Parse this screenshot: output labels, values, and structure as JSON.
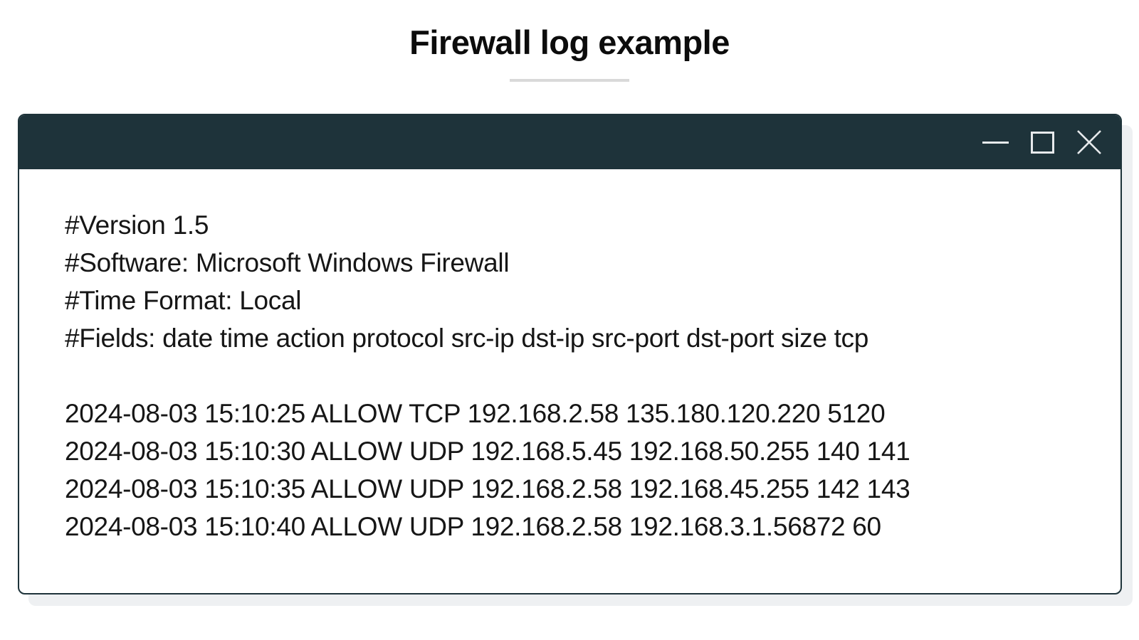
{
  "title": "Firewall log example",
  "window": {
    "titlebar_icons": [
      "minimize-icon",
      "maximize-icon",
      "close-icon"
    ],
    "log": {
      "header_lines": [
        "#Version 1.5",
        "#Software: Microsoft Windows Firewall",
        "#Time Format: Local",
        "#Fields: date time action protocol src-ip dst-ip src-port dst-port size tcp"
      ],
      "entries": [
        "2024-08-03 15:10:25 ALLOW TCP 192.168.2.58 135.180.120.220 5120",
        "2024-08-03 15:10:30 ALLOW UDP 192.168.5.45 192.168.50.255 140 141",
        "2024-08-03 15:10:35 ALLOW UDP 192.168.2.58 192.168.45.255 142 143",
        "2024-08-03 15:10:40 ALLOW UDP 192.168.2.58 192.168.3.1.56872 60"
      ]
    }
  },
  "colors": {
    "titlebar": "#1e333a",
    "control_icon": "#e7eaec",
    "divider": "#d9d9d9",
    "window_border": "#1e333a",
    "shadow": "#eef0f2",
    "text": "#161616",
    "background": "#ffffff"
  }
}
